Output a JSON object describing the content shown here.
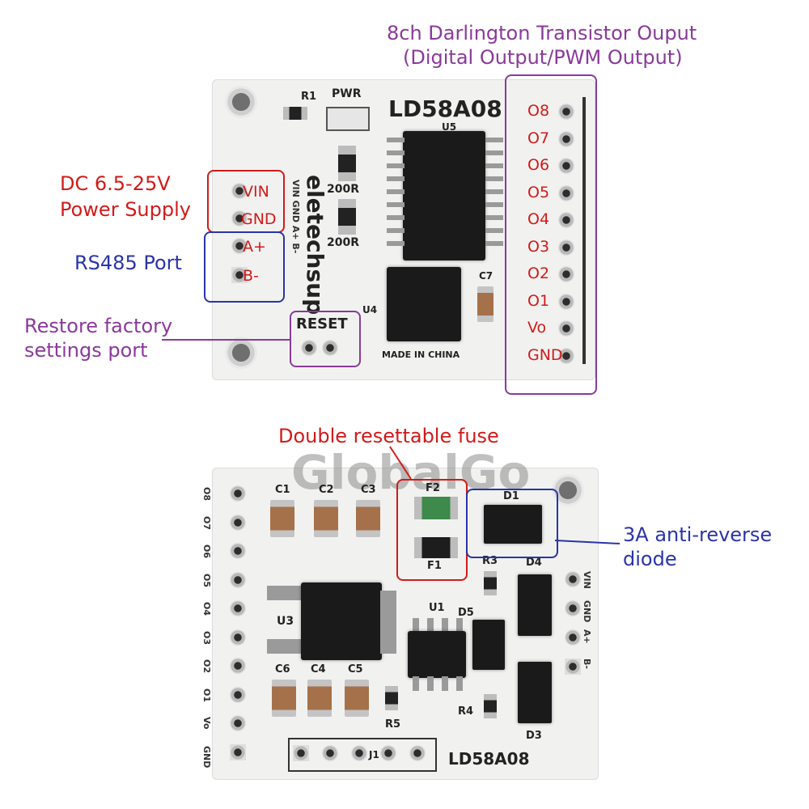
{
  "annotations": {
    "top_title_line1": "8ch Darlington Transistor Ouput",
    "top_title_line2": "(Digital Output/PWM Output)",
    "power_line1": "DC 6.5-25V",
    "power_line2": "Power Supply",
    "rs485": "RS485 Port",
    "restore_line1": "Restore factory",
    "restore_line2": "settings port",
    "fuse": "Double resettable fuse",
    "diode_line1": "3A anti-reverse",
    "diode_line2": "diode"
  },
  "top_board": {
    "model": "LD58A08",
    "brand": "eletechsup",
    "made_in": "MADE IN CHINA",
    "reset": "RESET",
    "pwr": "PWR",
    "r1": "R1",
    "u5": "U5",
    "u4": "U4",
    "c7": "C7",
    "res_200r_a": "200R",
    "res_200r_b": "200R",
    "left_pins": [
      "VIN",
      "GND",
      "A+",
      "B-"
    ],
    "left_pins_vertical": "VIN GND A+ B-",
    "right_pins": [
      "O8",
      "O7",
      "O6",
      "O5",
      "O4",
      "O3",
      "O2",
      "O1",
      "Vo",
      "GND"
    ]
  },
  "bottom_board": {
    "model": "LD58A08",
    "watermark": "GlobalGo",
    "left_pins": [
      "O8",
      "O7",
      "O6",
      "O5",
      "O4",
      "O3",
      "O2",
      "O1",
      "Vo",
      "GND"
    ],
    "right_pins": [
      "VIN",
      "GND",
      "A+",
      "B-"
    ],
    "caps_top": [
      "C1",
      "C2",
      "C3"
    ],
    "caps_bottom": [
      "C6",
      "C4",
      "C5"
    ],
    "fuse_f2": "F2",
    "fuse_f1": "F1",
    "d1": "D1",
    "d3": "D3",
    "d4": "D4",
    "d5": "D5",
    "r3": "R3",
    "r4": "R4",
    "r5": "R5",
    "u1": "U1",
    "u3": "U3",
    "j1": "J1"
  },
  "colors": {
    "annotation_red": "#d21a1a",
    "annotation_blue": "#2a34a8",
    "annotation_purple": "#8a3a9a",
    "silk_red": "#d21a1a"
  }
}
